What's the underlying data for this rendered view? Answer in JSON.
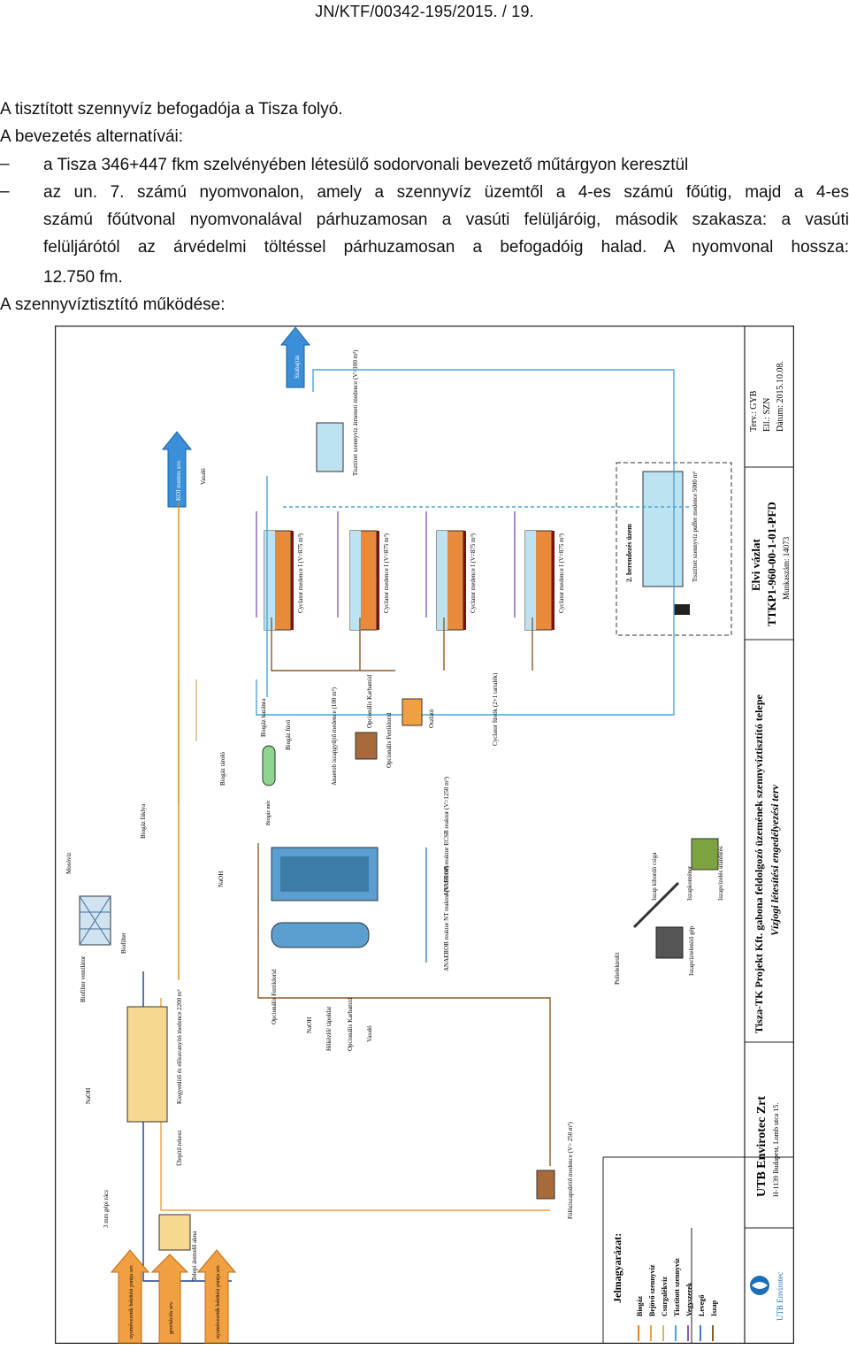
{
  "header": "JN/KTF/00342-195/2015. / 19.",
  "paragraphs": {
    "p1": "A tisztított szennyvíz befogadója a Tisza folyó.",
    "p2": "A bevezetés alternatívái:",
    "bullet1": "a Tisza 346+447 fkm szelvényében létesülő sodorvonali bevezető műtárgyon keresztül",
    "bullet2_line1": "az un. 7. számú nyomvonalon, amely a szennyvíz üzemtől a 4-es számú főútig, majd a 4-es",
    "bullet2_line2": "számú főútvonal nyomvonalával párhuzamosan a vasúti felüljáróig, második szakasza: a vasúti",
    "bullet2_line3": "felüljárótól az árvédelmi töltéssel párhuzamosan a befogadóig halad. A nyomvonal hossza:",
    "bullet2_line4": "12.750 fm.",
    "p3": "A szennyvíztisztító működése:",
    "dash_char": "–"
  },
  "diagram": {
    "title_block": {
      "tervezo": "Terv.:   GYB",
      "ellenorizte": "Ell.:   SZN",
      "datum": "Dátum:  2015.10.08.",
      "doc_type": "Elvi vázlat",
      "doc_code": "TTKP1-960-00-1-01-PFD",
      "munkaszam": "Munkaszám: 14073",
      "project_line1": "Tisza-TK Projekt Kft. gabona feldolgozó üzemének szennyvíztisztító telepe",
      "project_line2": "Vízjogi létesítési engedélyezési terv",
      "company": "UTB Envirotec Zrt",
      "address": "H-1139 Budapest, Lomb utca 15.",
      "logo_text": "UTB Envirotec"
    },
    "legend": {
      "title": "Jelmagyarázat:",
      "items": [
        {
          "label": "Biogáz",
          "color": "#e08a1a"
        },
        {
          "label": "Bejövő szennyvíz",
          "color": "#f0a040"
        },
        {
          "label": "Csurgalékvíz",
          "color": "#d9b26b"
        },
        {
          "label": "Tisztított szennyvíz",
          "color": "#4aa6d8"
        },
        {
          "label": "Vegyszerek",
          "color": "#8a5cb8"
        },
        {
          "label": "Levegő",
          "color": "#3a7bd5"
        },
        {
          "label": "Iszap",
          "color": "#8b5a2b"
        }
      ]
    },
    "labels": {
      "outflow": "Szabajtás",
      "koi": "KOI mentes szv.",
      "vaso": "Vasaló",
      "treated_tank": "Tisztított szennyvíz átmeneti medence (V=100 m³)",
      "cyclator": "Cyclator medence I (V=875 m³)",
      "buffer": "Tisztított szennyvíz puffer medence 5000 m³",
      "second_unit": "2. berendezés üzem",
      "biogas_storage": "Biogáz tároló",
      "biogas_boiler": "Biogáz kazánra",
      "biogas_blower": "Biogáz fúvó",
      "biogas_torch": "Biogáz fáklya",
      "anaerobic_sludge": "Anaerob iszapgyűjtő medence (100 m³)",
      "optional_carbamide": "Opcionális Karbamid",
      "optional_ferric": "Opcionális Ferriklorid",
      "dosing": "Oszlató",
      "cyclator_blower": "Cyclator fúvók (2+1 tartalék)",
      "anaerob_ecsb": "ANAEROB reaktor ECSB reaktor (V=1250 m³)",
      "anaerob_nt": "ANAEROB reaktor NT reaktor (V=95 m³)",
      "naoh": "NaOH",
      "biogas_measure": "Biogáz mér.",
      "mosoviz": "Mosóvíz",
      "biofilter": "Biofilter",
      "biofilter_fan": "Biofilter ventilátor",
      "equalizer": "Kiegyenlítő és elősavanyító medence 2200 m³",
      "sand_trap": "Ülepítő rekesz",
      "screen": "3 mm gépi rács",
      "pump_pit": "Telepi átemelő akna",
      "sludge_thickener": "Fölöziszapsűrítő medence (V= 250 m³)",
      "sludge_screw": "Iszap kihordó csiga",
      "sludge_press": "Iszapvíztelenítő gép",
      "sludge_container": "Iszapkonténer",
      "sludge_dewater": "Iszapvízelés utánfűtés",
      "polyelectrolyte": "Polielektrolit",
      "chem1": "Opcionális Ferriklorid",
      "chem2": "NaOH",
      "chem3": "Hőközlő/ tápoldat",
      "chem4": "Opcionális Karbamid",
      "chem5": "Vasaló",
      "in1": "nyomóvezeték bekötési pontja szv.",
      "in2": "gravitációs szv.",
      "in3": "nyomóvezeték bekötési pontja szv."
    }
  }
}
